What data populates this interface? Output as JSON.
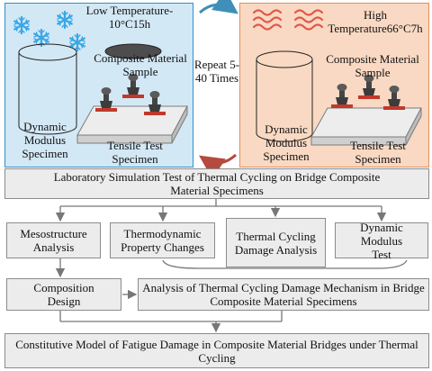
{
  "cold_panel": {
    "temperature": "Low Temperature-10°C15h",
    "composite": "Composite Material Sample",
    "dynamic": "Dynamic Modulus Specimen",
    "tensile": "Tensile Test Specimen"
  },
  "cycle": {
    "repeat": "Repeat 5-40 Times"
  },
  "hot_panel": {
    "temperature": "High Temperature66°C7h",
    "composite": "Composite Material Sample",
    "dynamic": "Dynamic Modulus Specimen",
    "tensile": "Tensile Test Specimen"
  },
  "main": {
    "simulation": "Laboratory Simulation Test of Thermal Cycling on Bridge Composite Material Specimens"
  },
  "row1": {
    "meso": "Mesostructure Analysis",
    "thermo": "Thermodynamic Property Changes",
    "damage": "Thermal Cycling Damage Analysis",
    "dynamic_test": "Dynamic Modulus Test"
  },
  "row2": {
    "composition": "Composition Design",
    "mechanism": "Analysis of Thermal Cycling Damage Mechanism in Bridge Composite Material Specimens"
  },
  "bottom": {
    "model": "Constitutive Model of Fatigue Damage in Composite Material Bridges under Thermal Cycling"
  },
  "colors": {
    "cold_bg": "#d3e8f5",
    "cold_border": "#2f8fd0",
    "hot_bg": "#f9d9c3",
    "hot_border": "#e3905a",
    "snow": "#39a7e6",
    "heat": "#e2574c",
    "arrow_blue": "#3f8fb8",
    "arrow_red": "#b54a3e"
  }
}
